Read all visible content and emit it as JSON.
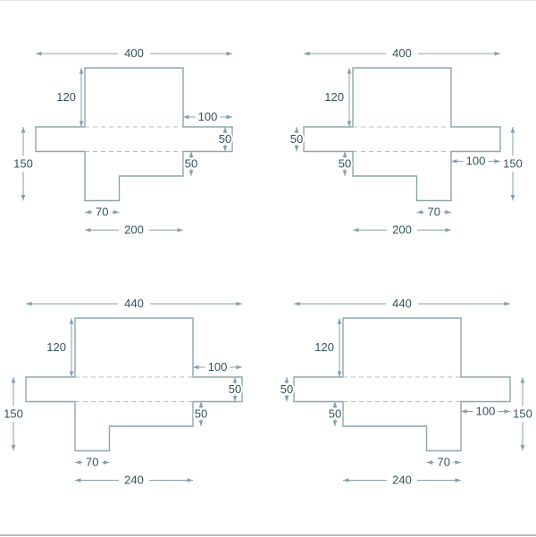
{
  "page": {
    "background": "#ffffff"
  },
  "colors": {
    "outline": "#8ea6b0",
    "fold_line": "#b2c3ca",
    "dimension_line": "#86a0ad",
    "label_text": "#33525e"
  },
  "diagrams": [
    {
      "name": "diagram-top-left",
      "orientation": "left",
      "dims": {
        "total_width": 400,
        "upper_height": 120,
        "arm_length": 100,
        "arm_height": 50,
        "below_arm": 50,
        "side_height": 150,
        "foot_width": 70,
        "body_width": 200
      }
    },
    {
      "name": "diagram-top-right",
      "orientation": "right",
      "dims": {
        "total_width": 400,
        "upper_height": 120,
        "arm_length": 100,
        "arm_height": 50,
        "below_arm": 50,
        "side_height": 150,
        "foot_width": 70,
        "body_width": 200
      }
    },
    {
      "name": "diagram-bottom-left",
      "orientation": "left",
      "dims": {
        "total_width": 440,
        "upper_height": 120,
        "arm_length": 100,
        "arm_height": 50,
        "below_arm": 50,
        "side_height": 150,
        "foot_width": 70,
        "body_width": 240
      }
    },
    {
      "name": "diagram-bottom-right",
      "orientation": "right",
      "dims": {
        "total_width": 440,
        "upper_height": 120,
        "arm_length": 100,
        "arm_height": 50,
        "below_arm": 50,
        "side_height": 150,
        "foot_width": 70,
        "body_width": 240
      }
    }
  ]
}
